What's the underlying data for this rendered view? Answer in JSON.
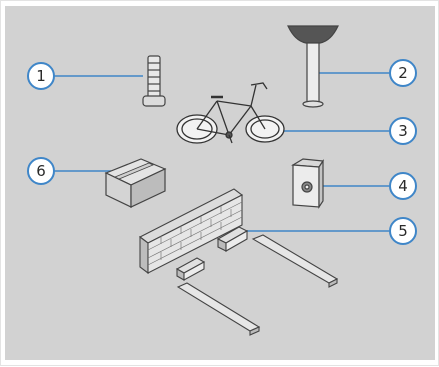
{
  "callouts": [
    {
      "number": "1",
      "item": "bollard-post"
    },
    {
      "number": "2",
      "item": "street-lamp"
    },
    {
      "number": "3",
      "item": "bicycle"
    },
    {
      "number": "4",
      "item": "utility-box"
    },
    {
      "number": "5",
      "item": "wall-and-curbs"
    },
    {
      "number": "6",
      "item": "cardboard-box"
    }
  ],
  "colors": {
    "background": "#d2d2d2",
    "callout_border": "#3f86c8",
    "callout_fill": "#ffffff",
    "object_fill": "#ececec",
    "object_stroke": "#444444"
  }
}
